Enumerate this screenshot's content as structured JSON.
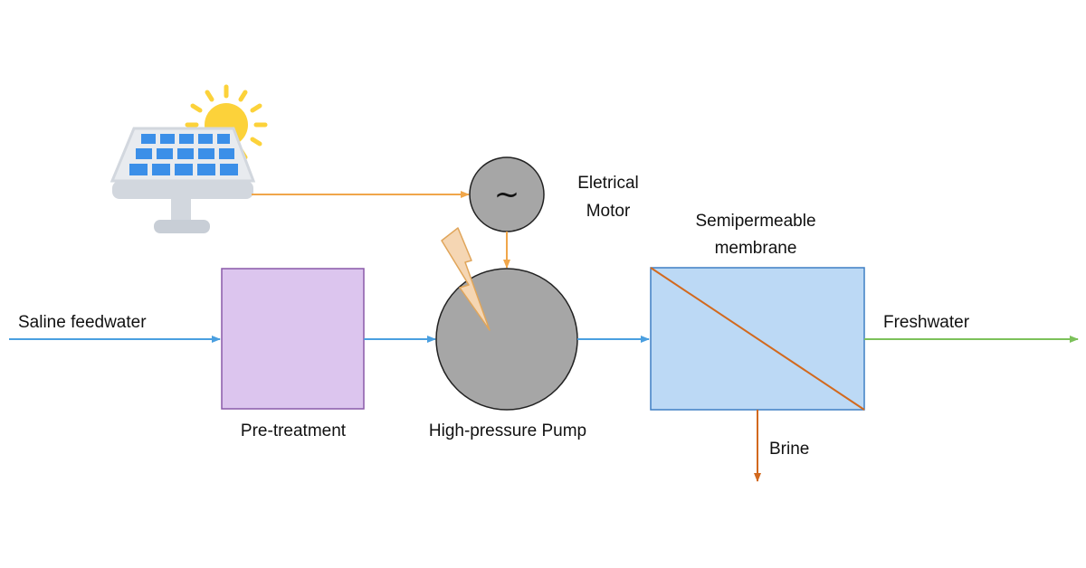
{
  "labels": {
    "saline_feedwater": "Saline feedwater",
    "pre_treatment": "Pre-treatment",
    "high_pressure_pump": "High-pressure Pump",
    "motor_line1": "Eletrical",
    "motor_line2": "Motor",
    "membrane_line1": "Semipermeable",
    "membrane_line2": "membrane",
    "freshwater": "Freshwater",
    "brine": "Brine",
    "motor_symbol": "~"
  },
  "colors": {
    "water_flow": "#4a9fe0",
    "power_flow": "#f0a64a",
    "brine_flow": "#d2691e",
    "freshwater_flow": "#7cc15a",
    "pretreatment_fill": "#dcc5ee",
    "pretreatment_stroke": "#8a5aa8",
    "pump_fill": "#a6a6a6",
    "motor_fill": "#a6a6a6",
    "membrane_fill": "#bcd9f5",
    "membrane_stroke": "#3f7fc4",
    "membrane_line": "#d2691e",
    "lightning_fill": "#f5d6b3",
    "lightning_stroke": "#e0a55a",
    "sun": "#fcd23a",
    "solar_cell": "#3b8fe8",
    "solar_frame": "#d2d7de"
  },
  "icons": [
    "solar-panel-icon",
    "sun-icon",
    "lightning-bolt-icon"
  ]
}
